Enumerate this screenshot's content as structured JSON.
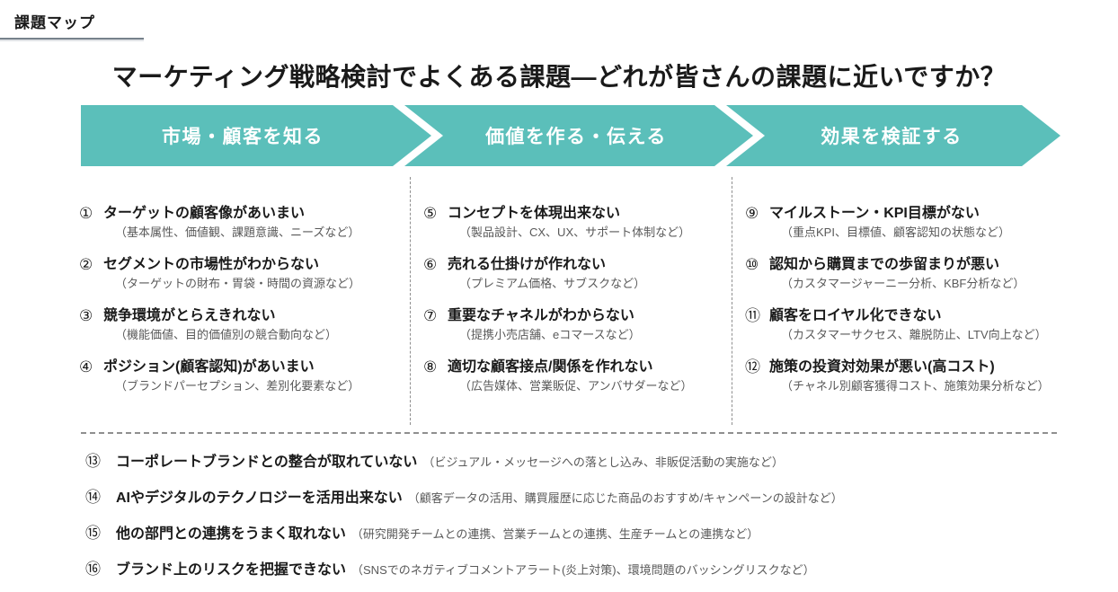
{
  "header": {
    "tag": "課題マップ"
  },
  "title": "マーケティング戦略検討でよくある課題―どれが皆さんの課題に近いですか？",
  "banner": {
    "color": "#5BBFBA",
    "stages": [
      {
        "label": "市場・顧客を知る"
      },
      {
        "label": "価値を作る・伝える"
      },
      {
        "label": "効果を検証する"
      }
    ]
  },
  "columns": [
    {
      "items": [
        {
          "num": "①",
          "title": "ターゲットの顧客像があいまい",
          "detail": "（基本属性、価値観、課題意識、ニーズなど）"
        },
        {
          "num": "②",
          "title": "セグメントの市場性がわからない",
          "detail": "（ターゲットの財布・胃袋・時間の資源など）"
        },
        {
          "num": "③",
          "title": "競争環境がとらえきれない",
          "detail": "（機能価値、目的価値別の競合動向など）"
        },
        {
          "num": "④",
          "title": "ポジション(顧客認知)があいまい",
          "detail": "（ブランドパーセプション、差別化要素など）"
        }
      ]
    },
    {
      "items": [
        {
          "num": "⑤",
          "title": "コンセプトを体現出来ない",
          "detail": "（製品設計、CX、UX、サポート体制など）"
        },
        {
          "num": "⑥",
          "title": "売れる仕掛けが作れない",
          "detail": "（プレミアム価格、サブスクなど）"
        },
        {
          "num": "⑦",
          "title": "重要なチャネルがわからない",
          "detail": "（提携小売店舗、eコマースなど）"
        },
        {
          "num": "⑧",
          "title": "適切な顧客接点/関係を作れない",
          "detail": "（広告媒体、営業販促、アンバサダーなど）"
        }
      ]
    },
    {
      "items": [
        {
          "num": "⑨",
          "title": "マイルストーン・KPI目標がない",
          "detail": "（重点KPI、目標値、顧客認知の状態など）"
        },
        {
          "num": "⑩",
          "title": "認知から購買までの歩留まりが悪い",
          "detail": "（カスタマージャーニー分析、KBF分析など）"
        },
        {
          "num": "⑪",
          "title": "顧客をロイヤル化できない",
          "detail": "（カスタマーサクセス、離脱防止、LTV向上など）"
        },
        {
          "num": "⑫",
          "title": "施策の投資対効果が悪い(高コスト)",
          "detail": "（チャネル別顧客獲得コスト、施策効果分析など）"
        }
      ]
    }
  ],
  "bottom_items": [
    {
      "num": "⑬",
      "title": "コーポレートブランドとの整合が取れていない",
      "detail": "（ビジュアル・メッセージへの落とし込み、非販促活動の実施など）"
    },
    {
      "num": "⑭",
      "title": "AIやデジタルのテクノロジーを活用出来ない",
      "detail": "（顧客データの活用、購買履歴に応じた商品のおすすめ/キャンペーンの設計など）"
    },
    {
      "num": "⑮",
      "title": "他の部門との連携をうまく取れない",
      "detail": "（研究開発チームとの連携、営業チームとの連携、生産チームとの連携など）"
    },
    {
      "num": "⑯",
      "title": "ブランド上のリスクを把握できない",
      "detail": "（SNSでのネガティブコメントアラート(炎上対策)、環境問題のバッシングリスクなど）"
    }
  ]
}
